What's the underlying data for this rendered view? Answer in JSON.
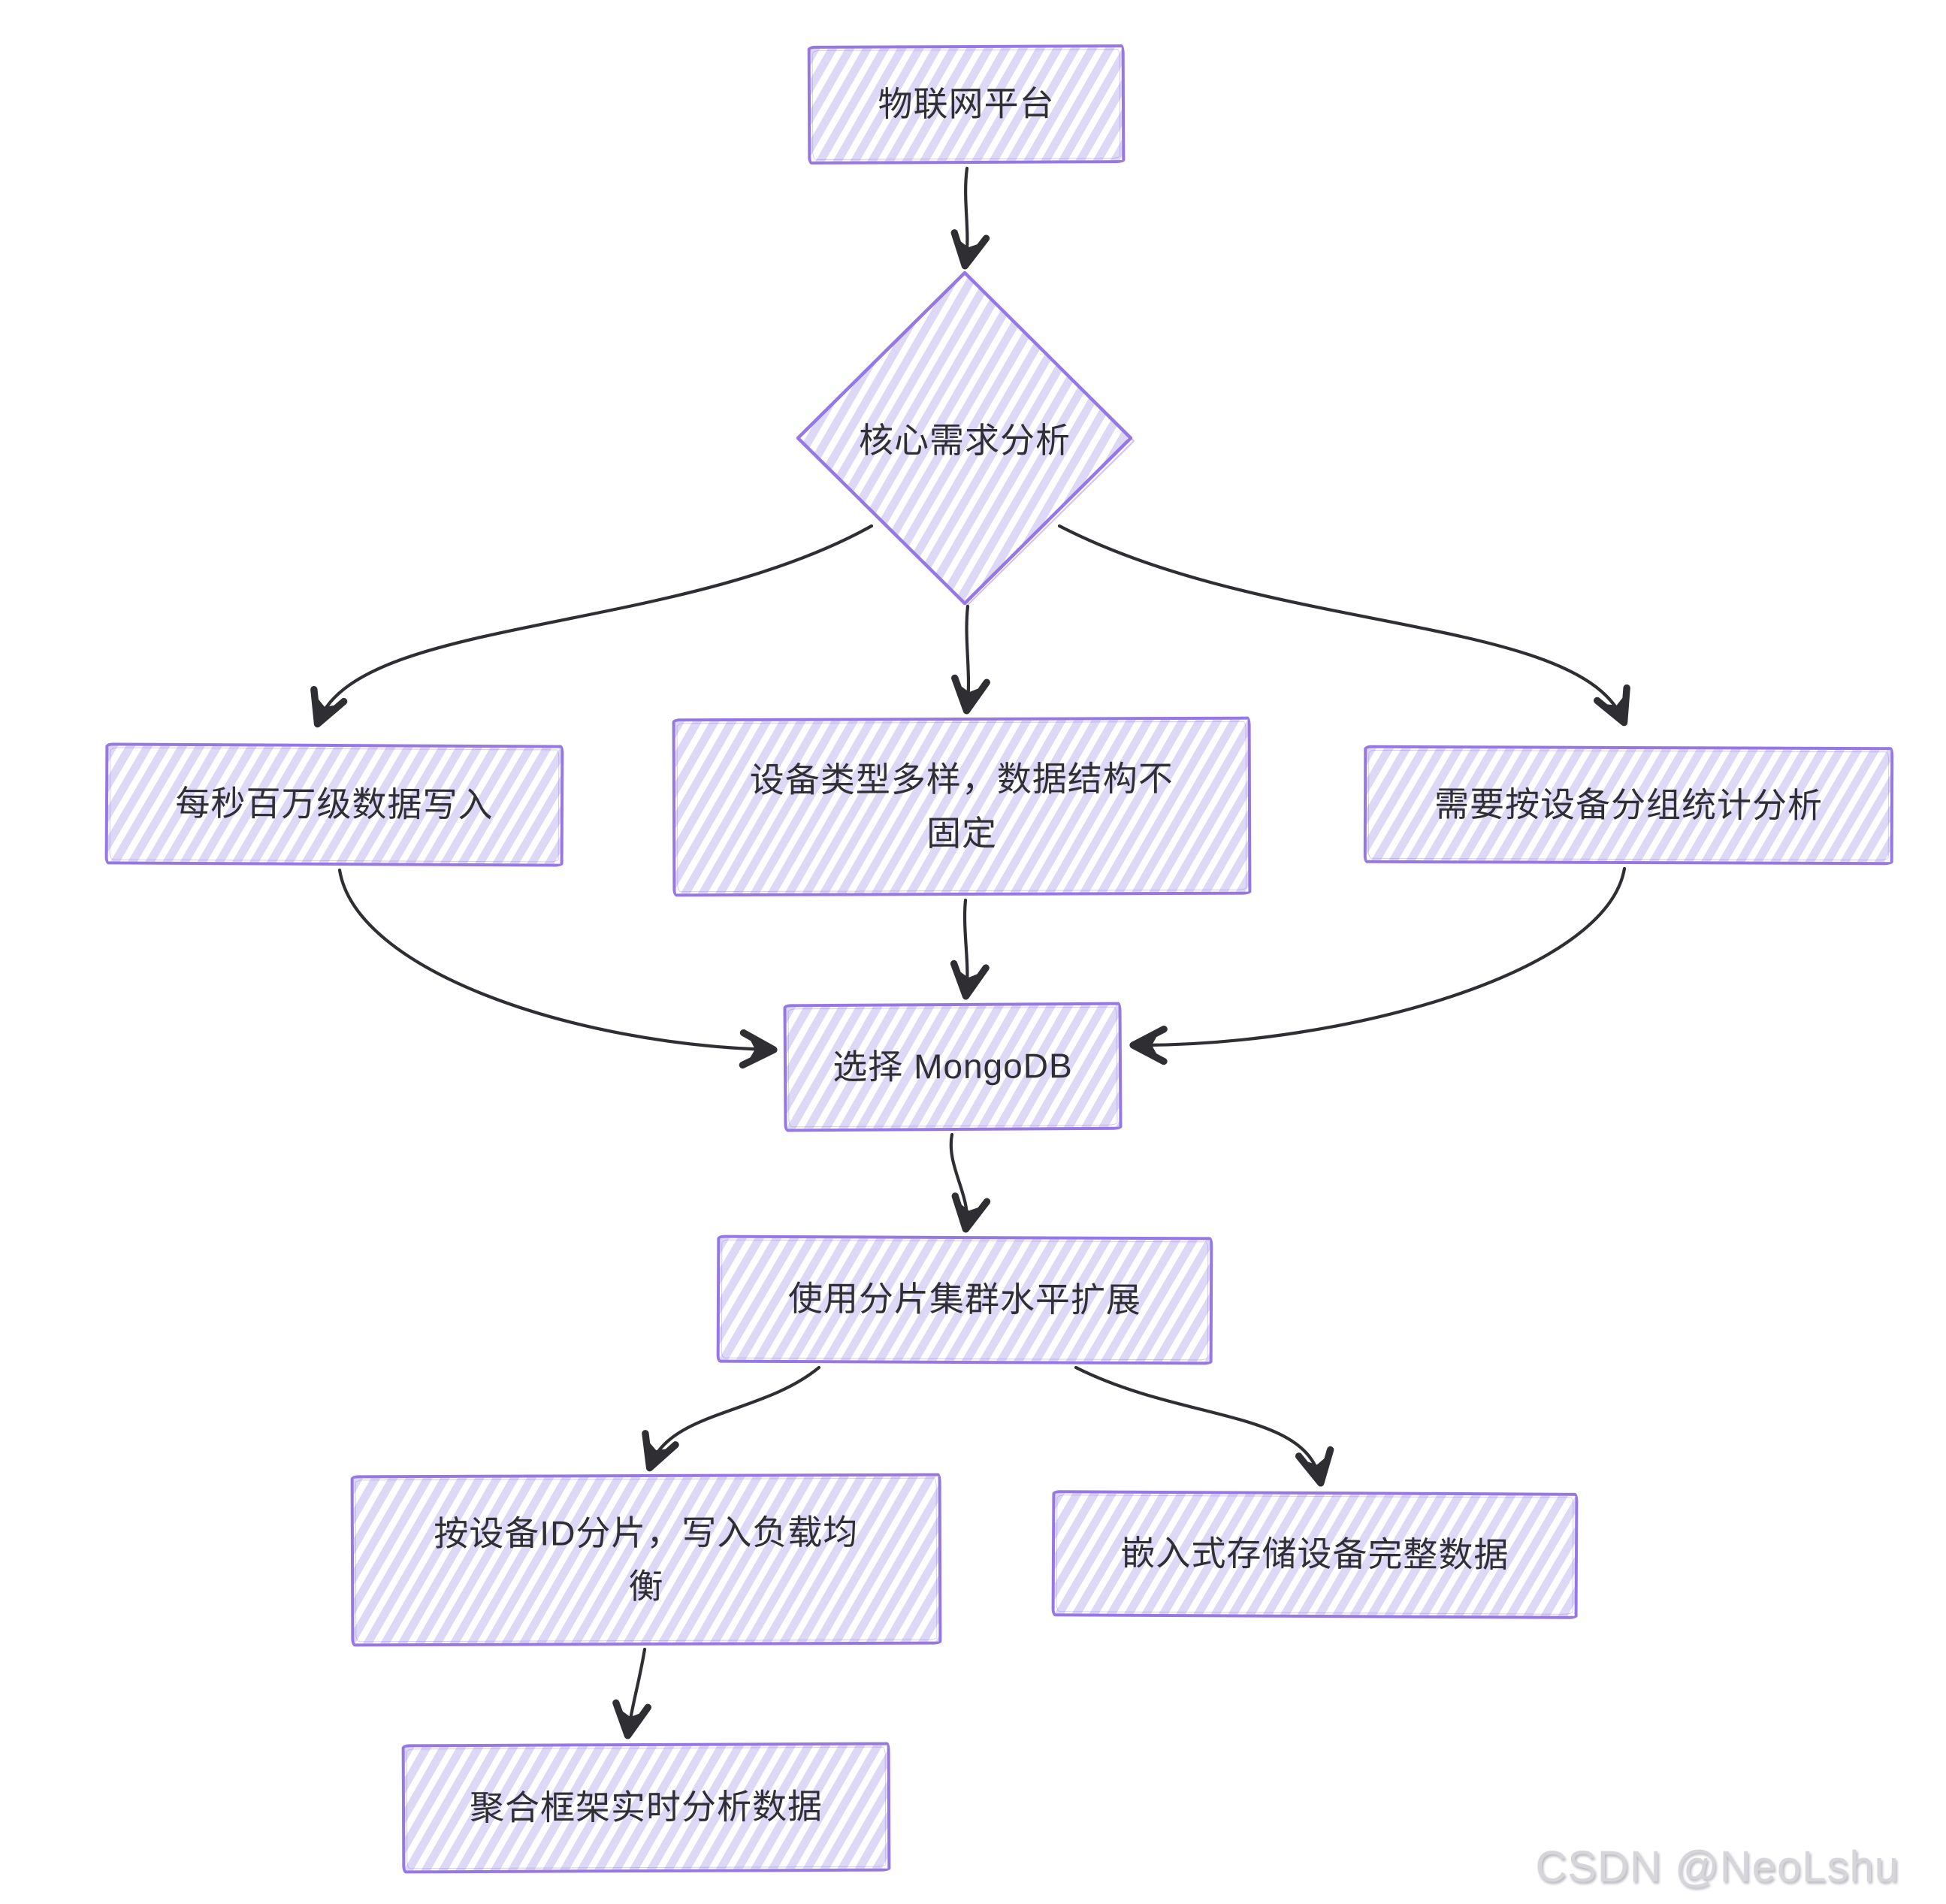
{
  "diagram": {
    "nodes": {
      "iot_platform": {
        "label": "物联网平台",
        "shape": "rectangle"
      },
      "core_requirements": {
        "label": "核心需求分析",
        "shape": "diamond"
      },
      "write_throughput": {
        "label": "每秒百万级数据写入",
        "shape": "rectangle"
      },
      "device_variety": {
        "label": "设备类型多样，数据结构不固定",
        "shape": "rectangle"
      },
      "group_analysis": {
        "label": "需要按设备分组统计分析",
        "shape": "rectangle"
      },
      "choose_mongodb": {
        "label": "选择 MongoDB",
        "shape": "rectangle"
      },
      "sharded_cluster": {
        "label": "使用分片集群水平扩展",
        "shape": "rectangle"
      },
      "shard_by_device_id": {
        "label": "按设备ID分片，写入负载均衡",
        "shape": "rectangle"
      },
      "embedded_storage": {
        "label": "嵌入式存储设备完整数据",
        "shape": "rectangle"
      },
      "realtime_aggregation": {
        "label": "聚合框架实时分析数据",
        "shape": "rectangle"
      }
    },
    "edges": [
      {
        "from": "iot_platform",
        "to": "core_requirements"
      },
      {
        "from": "core_requirements",
        "to": "write_throughput"
      },
      {
        "from": "core_requirements",
        "to": "device_variety"
      },
      {
        "from": "core_requirements",
        "to": "group_analysis"
      },
      {
        "from": "write_throughput",
        "to": "choose_mongodb"
      },
      {
        "from": "device_variety",
        "to": "choose_mongodb"
      },
      {
        "from": "group_analysis",
        "to": "choose_mongodb"
      },
      {
        "from": "choose_mongodb",
        "to": "sharded_cluster"
      },
      {
        "from": "sharded_cluster",
        "to": "shard_by_device_id"
      },
      {
        "from": "sharded_cluster",
        "to": "embedded_storage"
      },
      {
        "from": "shard_by_device_id",
        "to": "realtime_aggregation"
      }
    ],
    "colors": {
      "shape_border": "#9678e4",
      "shape_hatch": "#dcd8f6",
      "arrow": "#2f2f33",
      "text": "#2f2f35",
      "watermark": "#d6d6da",
      "background": "#ffffff"
    },
    "watermark": "CSDN @NeoLshu"
  }
}
